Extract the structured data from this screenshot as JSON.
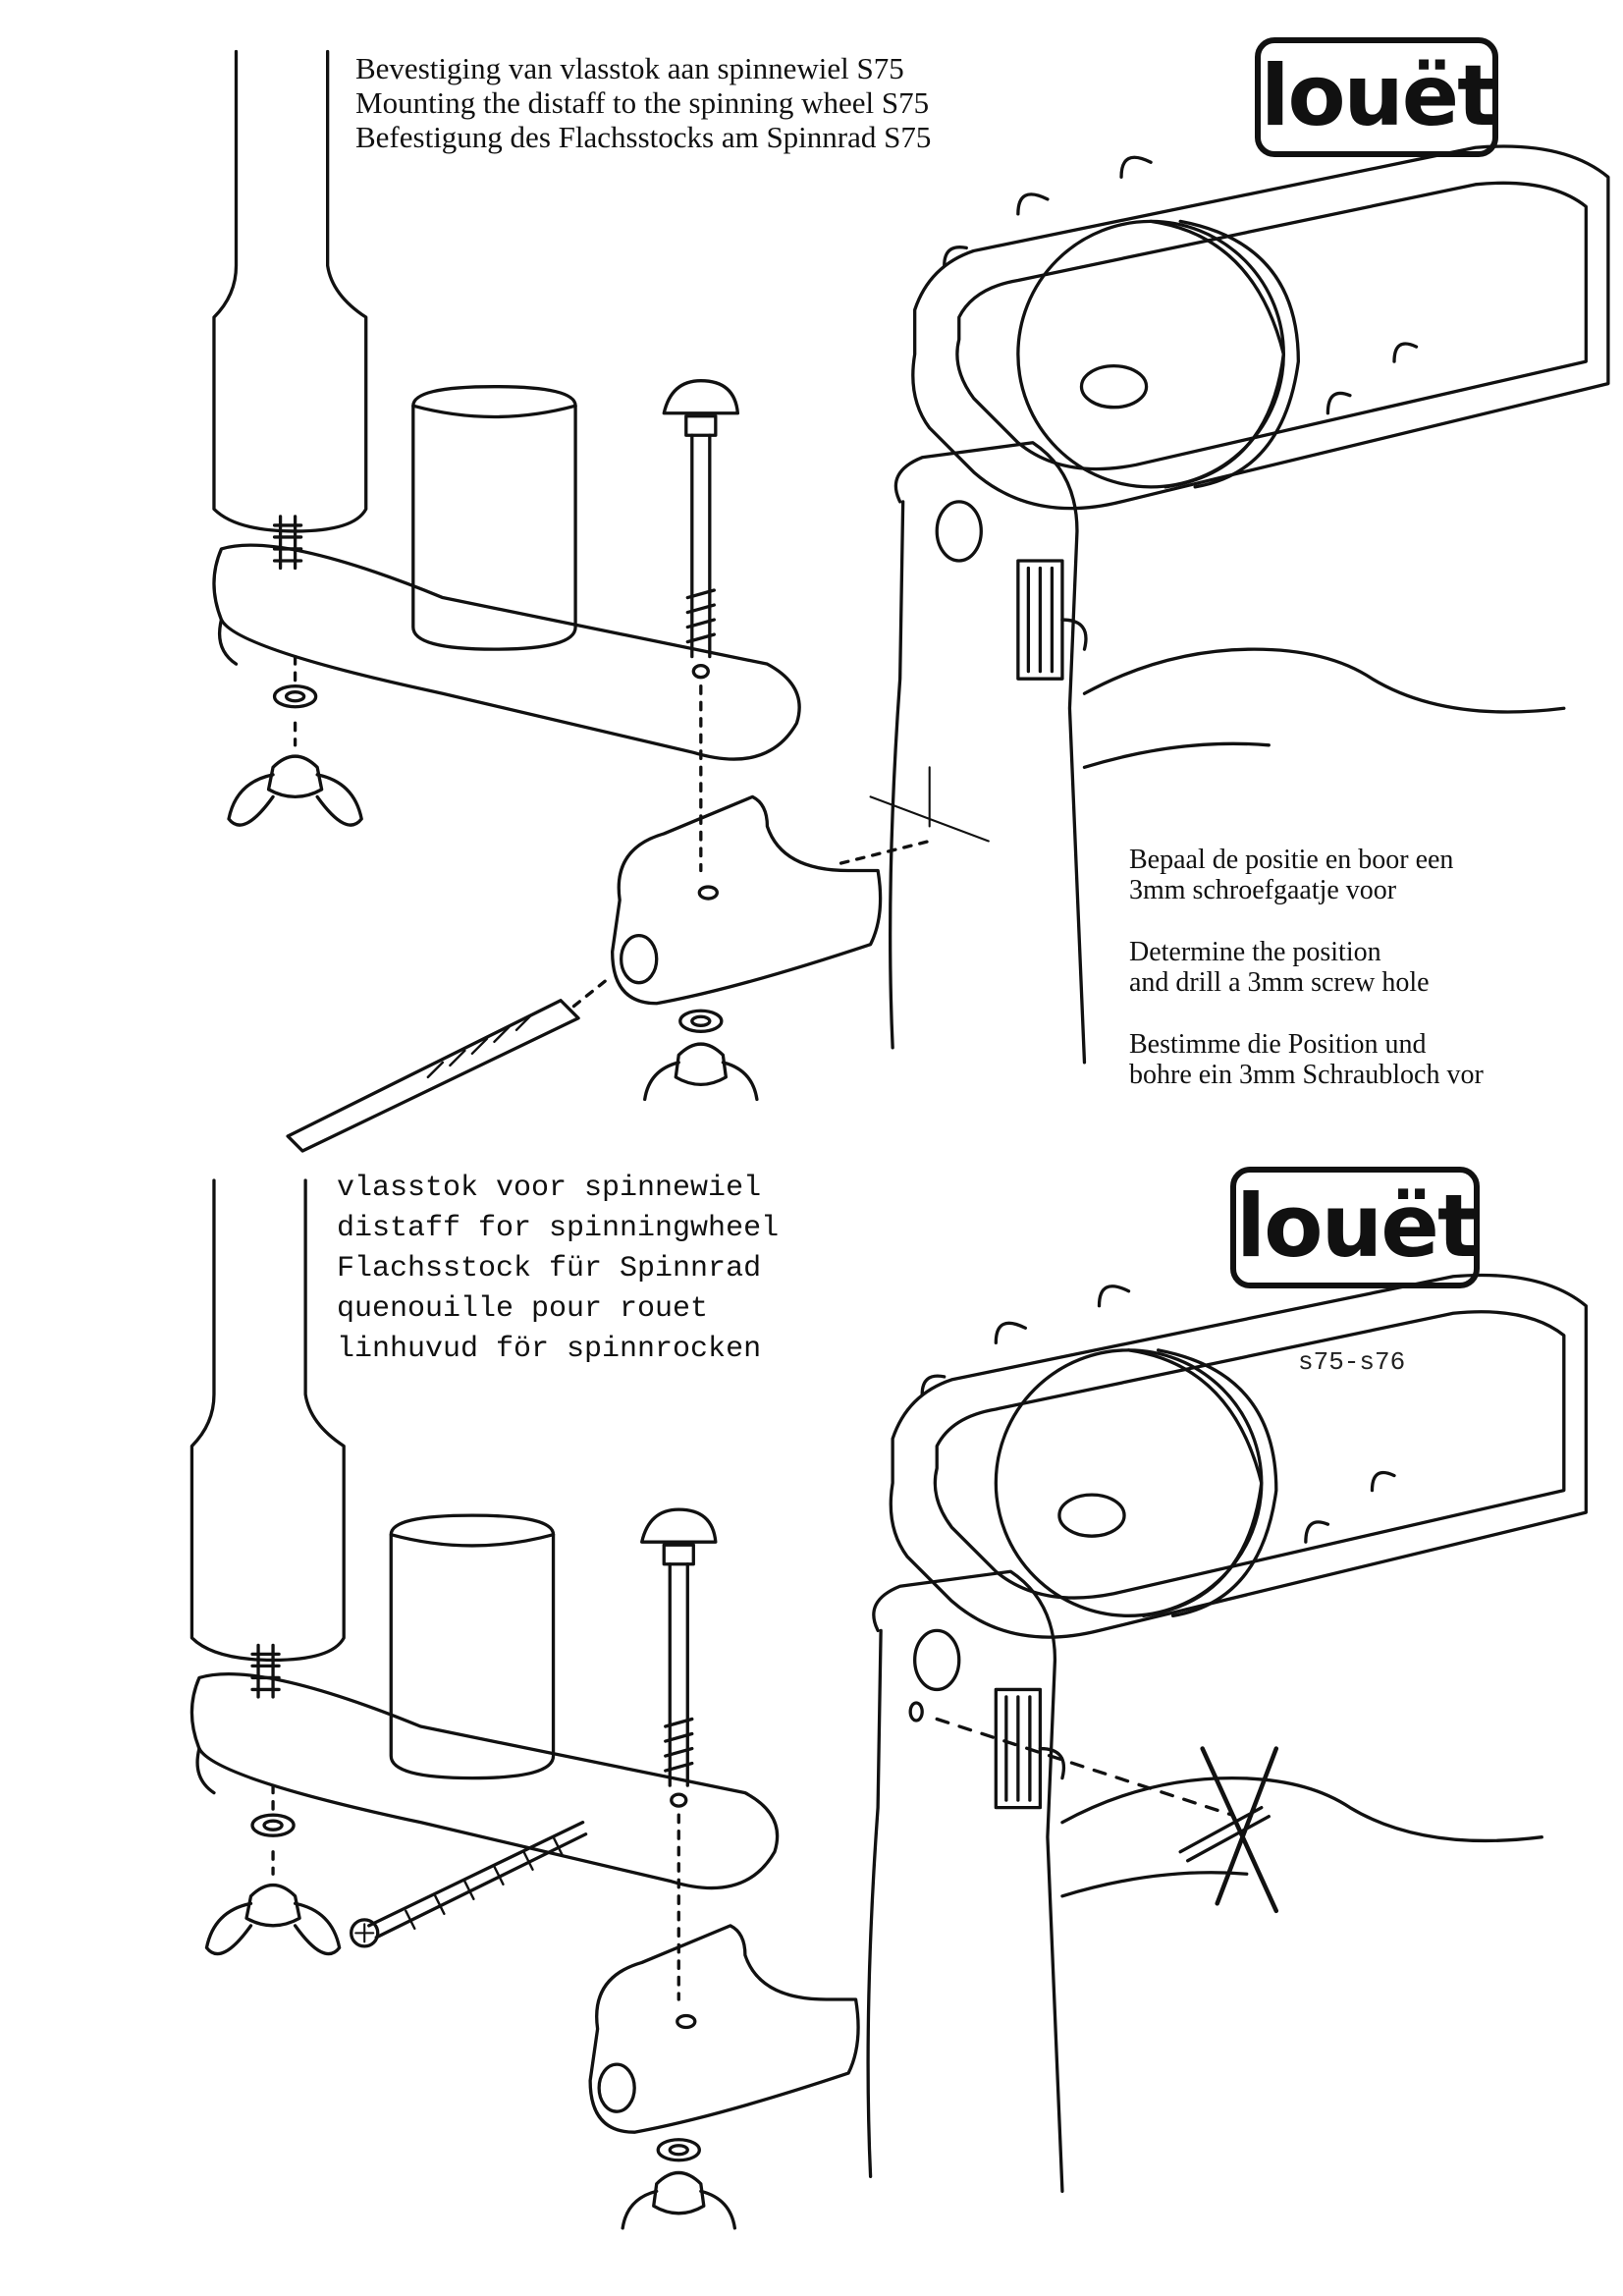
{
  "top_panel": {
    "title_lines": [
      "Bevestiging van vlasstok aan spinnewiel S75",
      "Mounting the distaff to the spinning wheel S75",
      "Befestigung des Flachsstocks am Spinnrad S75"
    ],
    "logo": "louët",
    "instructions": [
      {
        "lines": [
          "Bepaal de positie en boor een",
          "3mm schroefgaatje voor"
        ]
      },
      {
        "lines": [
          "Determine the position",
          "and drill a 3mm screw hole"
        ]
      },
      {
        "lines": [
          "Bestimme die Position und",
          "bohre ein 3mm Schraubloch vor"
        ]
      }
    ]
  },
  "bottom_panel": {
    "title_lines": [
      "vlasstok voor spinnewiel",
      "distaff for spinningwheel",
      "Flachsstock für Spinnrad",
      "quenouille pour rouet",
      "linhuvud för spinnrocken"
    ],
    "logo": "louët",
    "model_code": "s75-s76"
  }
}
